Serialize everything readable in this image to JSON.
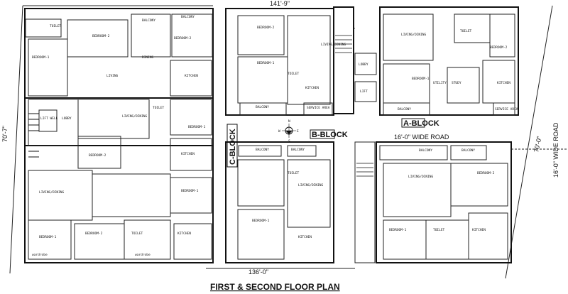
{
  "title": "FIRST & SECOND FLOOR PLAN",
  "dimensions": {
    "top": "141'-9\"",
    "bottom": "136'-0\"",
    "left": "70'-7\"",
    "right": "70'-0\""
  },
  "blocks": {
    "a": "A-BLOCK",
    "b": "B-BLOCK",
    "c": "C-BLOCK"
  },
  "road": {
    "inner": "16'-0\" WIDE ROAD",
    "side": "16'-0\" WIDE ROAD"
  },
  "compass": {
    "n": "N",
    "s": "S",
    "e": "E",
    "w": "W"
  },
  "rooms": {
    "bedroom1": "BEDROOM-1",
    "bedroom2": "BEDROOM-2",
    "toilet": "TOILET",
    "kitchen": "KITCHEN",
    "living": "LIVING/DINING",
    "living_only": "LIVING",
    "dining": "DINING",
    "balcony": "BALCONY",
    "lobby": "LOBBY",
    "lift": "LIFT",
    "lift_well": "LIFT WELL",
    "study": "STUDY",
    "utility": "UTILITY",
    "service": "SERVICE AREA",
    "wardrobe": "wardrobe"
  }
}
